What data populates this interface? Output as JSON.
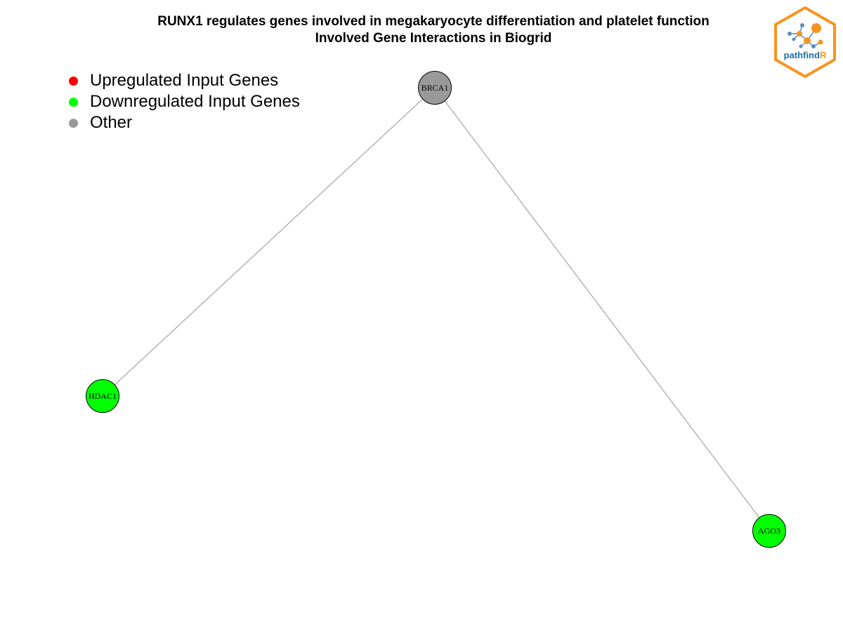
{
  "title": {
    "line1": "RUNX1 regulates genes involved in megakaryocyte differentiation and platelet function",
    "line2": "Involved Gene Interactions in Biogrid"
  },
  "legend": [
    {
      "label": "Upregulated Input Genes",
      "color": "#ff0000"
    },
    {
      "label": "Downregulated Input Genes",
      "color": "#00ff00"
    },
    {
      "label": "Other",
      "color": "#999999"
    }
  ],
  "network": {
    "nodes": [
      {
        "id": "BRCA1",
        "label": "BRCA1",
        "category": "Other",
        "color": "#999999"
      },
      {
        "id": "HDAC1",
        "label": "HDAC1",
        "category": "Downregulated Input Genes",
        "color": "#00ff00"
      },
      {
        "id": "AGO3",
        "label": "AGO3",
        "category": "Downregulated Input Genes",
        "color": "#00ff00"
      }
    ],
    "edges": [
      {
        "source": "BRCA1",
        "target": "HDAC1"
      },
      {
        "source": "BRCA1",
        "target": "AGO3"
      }
    ],
    "edge_color": "#aaaaaa",
    "node_border_color": "#000000"
  },
  "logo": {
    "text_main": "pathfind",
    "text_accent": "R",
    "border_color": "#f7941d",
    "text_color": "#1b6fa8",
    "accent_color": "#f7941d"
  }
}
